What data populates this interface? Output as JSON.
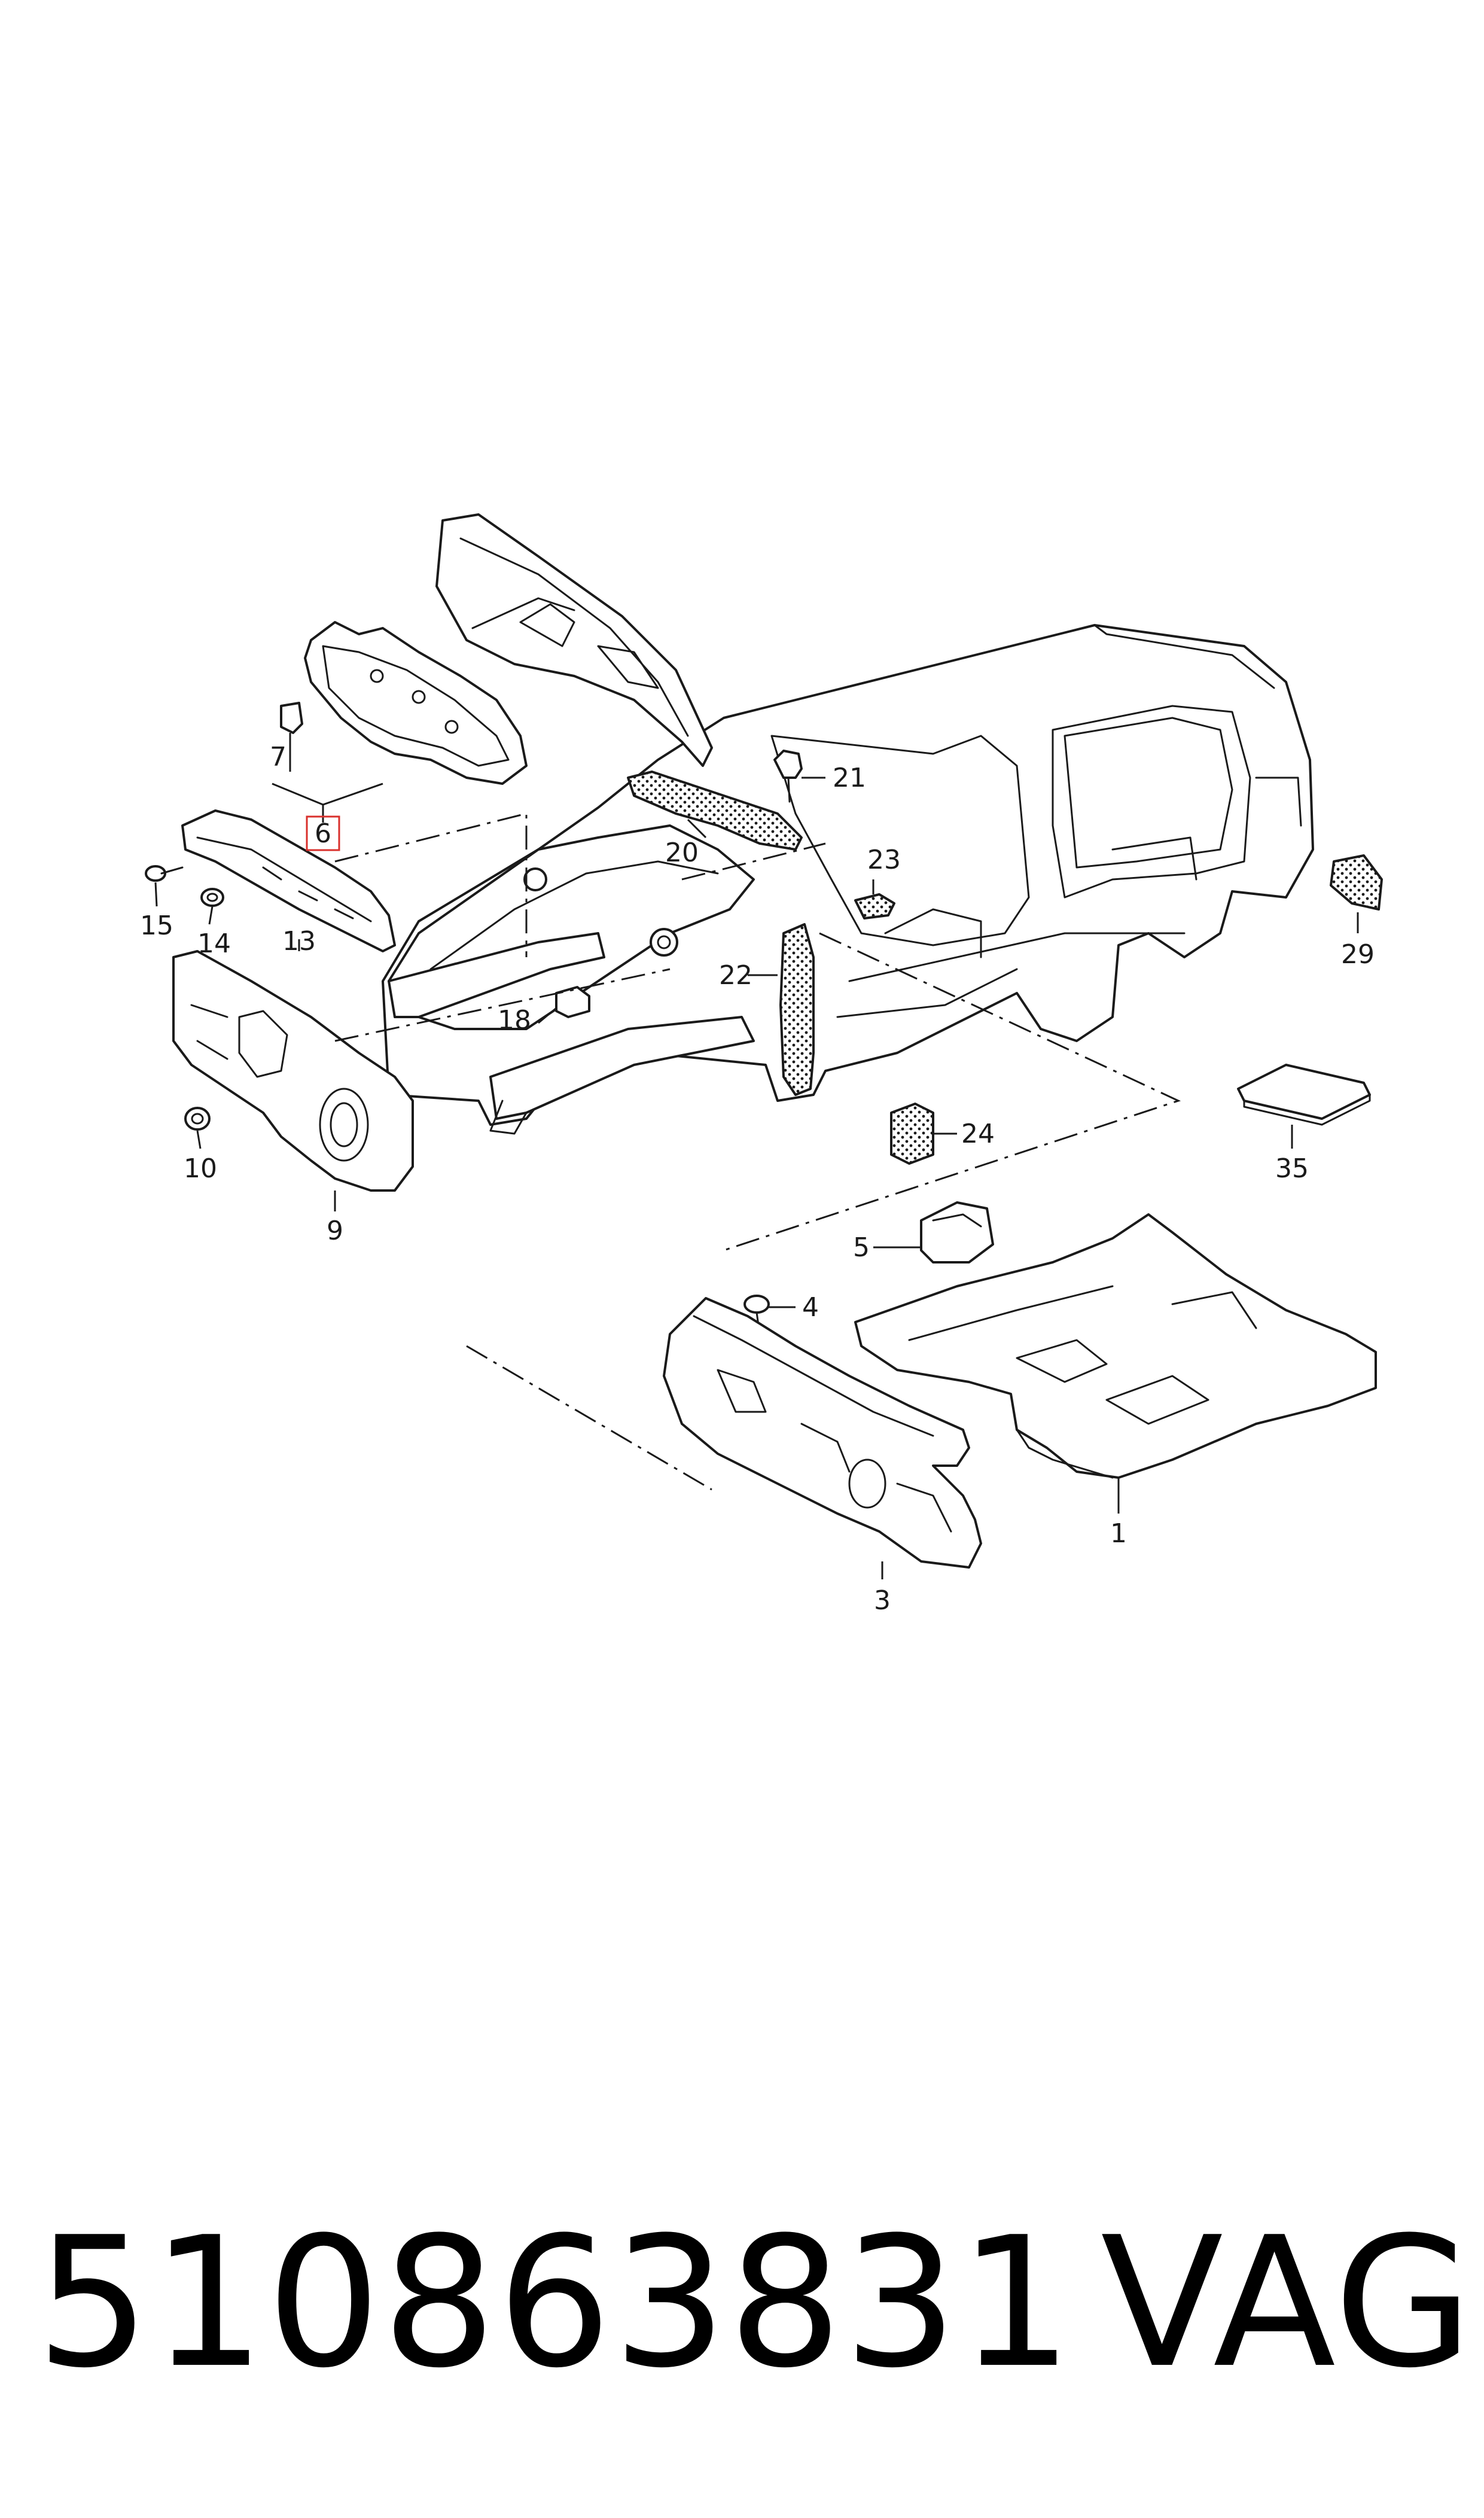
{
  "callouts": {
    "c1": "1",
    "c3": "3",
    "c4": "4",
    "c5": "5",
    "c6": "6",
    "c7": "7",
    "c9": "9",
    "c10": "10",
    "c13": "13",
    "c14": "14",
    "c15": "15",
    "c18": "18",
    "c20": "20",
    "c21": "21",
    "c22": "22",
    "c23": "23",
    "c24": "24",
    "c29": "29",
    "c35": "35"
  },
  "highlighted_callout": "6",
  "highlight_color": "#d9302c",
  "footer": {
    "part_number": "510863831",
    "brand": "VAG"
  }
}
